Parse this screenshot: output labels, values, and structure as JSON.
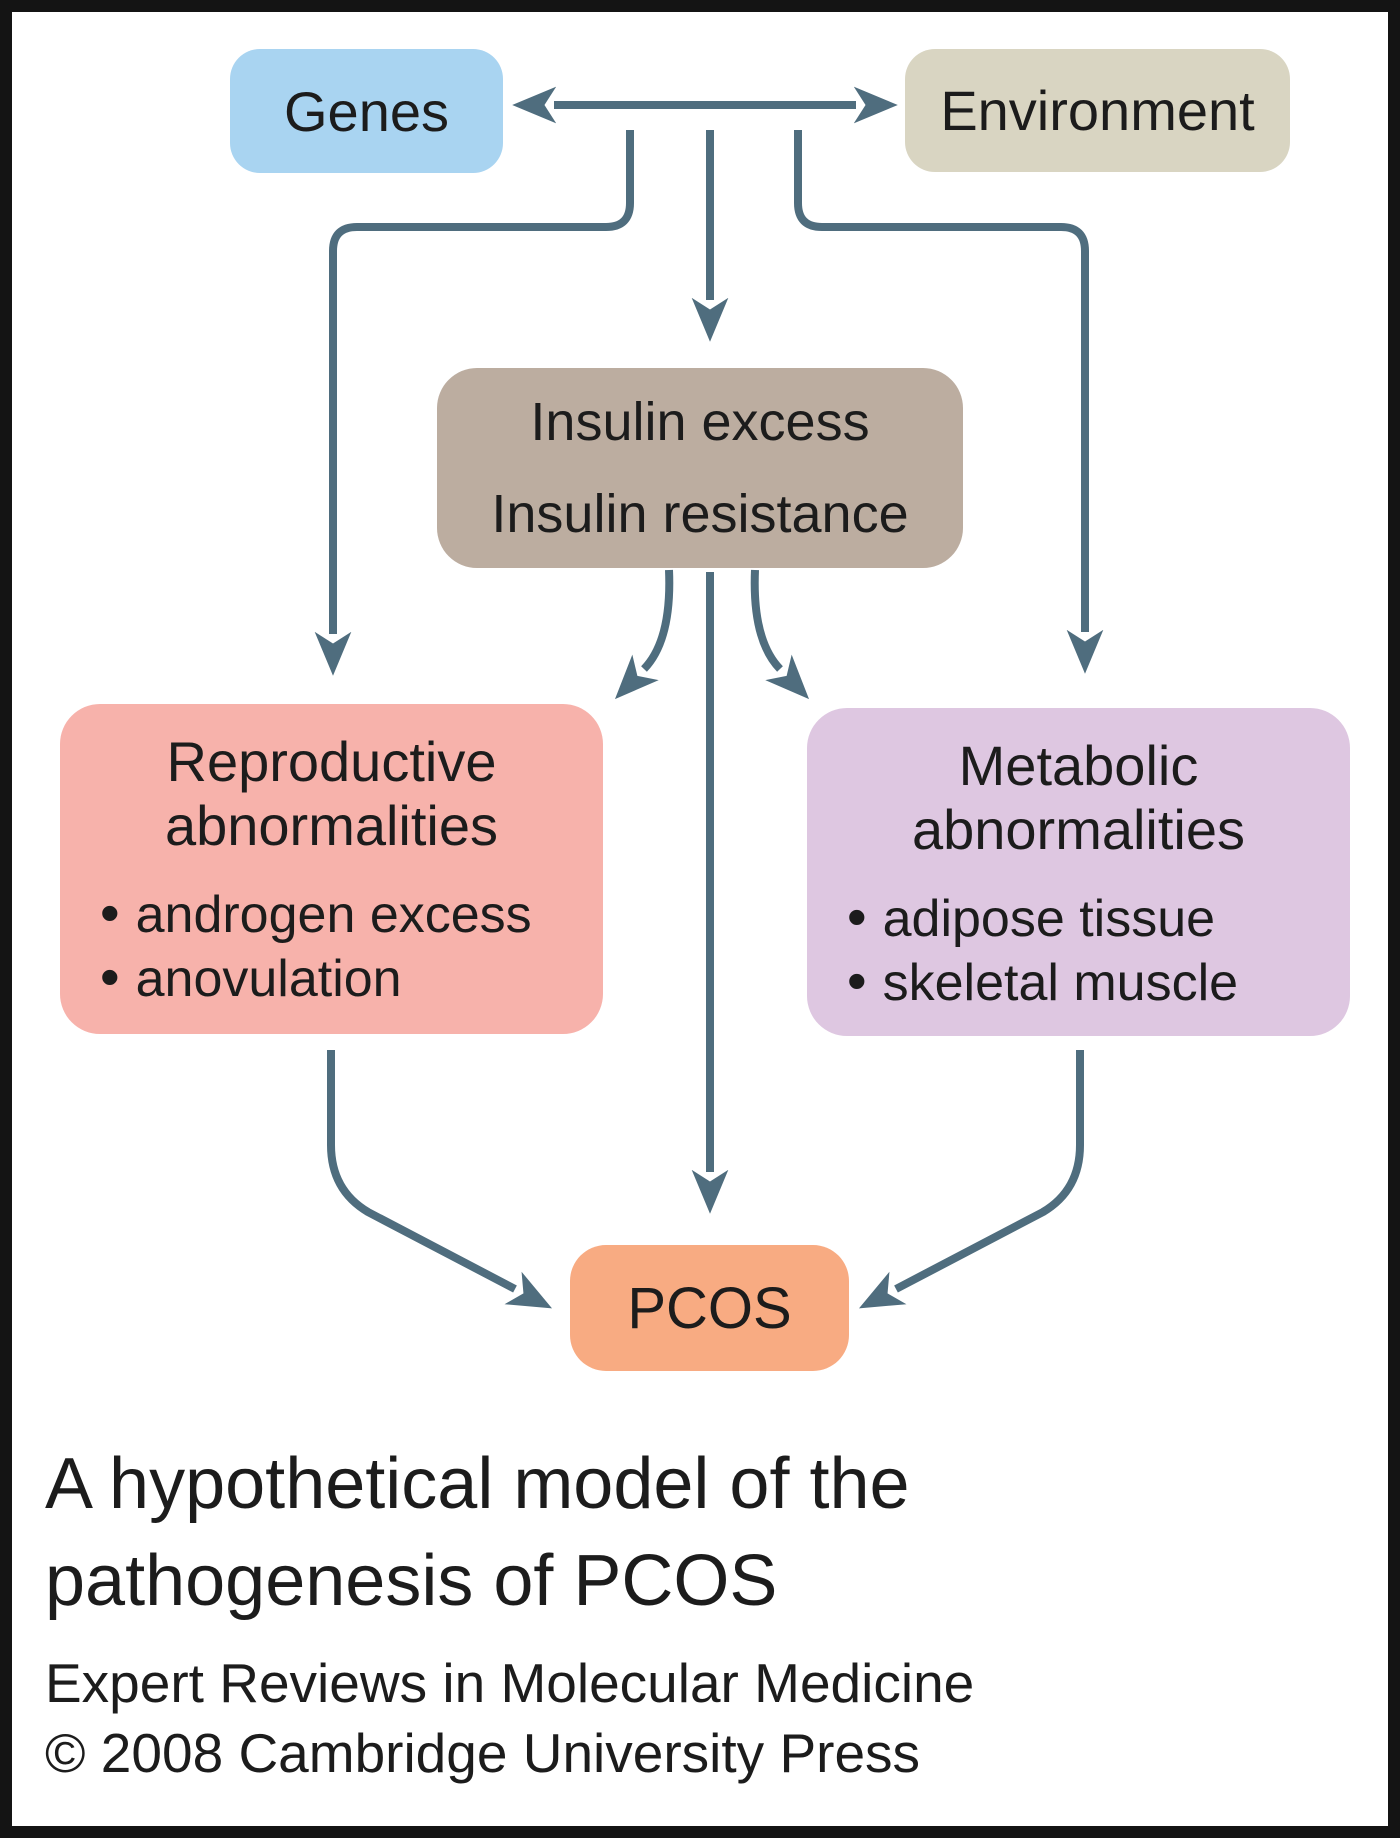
{
  "colors": {
    "arrow": "#4f6d7e",
    "genes_fill": "#a9d4f1",
    "environment_fill": "#d9d5c2",
    "insulin_fill": "#bcada0",
    "reproductive_fill": "#f7b2ab",
    "metabolic_fill": "#dec7e1",
    "pcos_fill": "#f8ab82",
    "text": "#1c1c1c",
    "frame_border": "#141414",
    "background": "#ffffff"
  },
  "glyphs": {
    "bullet": "•"
  },
  "nodes": {
    "genes": {
      "label": "Genes"
    },
    "environment": {
      "label": "Environment"
    },
    "insulin": {
      "line1": "Insulin excess",
      "line2": "Insulin resistance"
    },
    "reproductive": {
      "title_line1": "Reproductive",
      "title_line2": "abnormalities",
      "bullets": [
        "androgen excess",
        "anovulation"
      ]
    },
    "metabolic": {
      "title_line1": "Metabolic",
      "title_line2": "abnormalities",
      "bullets": [
        "adipose tissue",
        "skeletal muscle"
      ]
    },
    "pcos": {
      "label": "PCOS"
    }
  },
  "caption": {
    "title_line1": "A hypothetical model of the",
    "title_line2": "pathogenesis of PCOS",
    "credit_line1": "Expert Reviews in Molecular Medicine",
    "credit_line2": "© 2008 Cambridge University Press"
  }
}
